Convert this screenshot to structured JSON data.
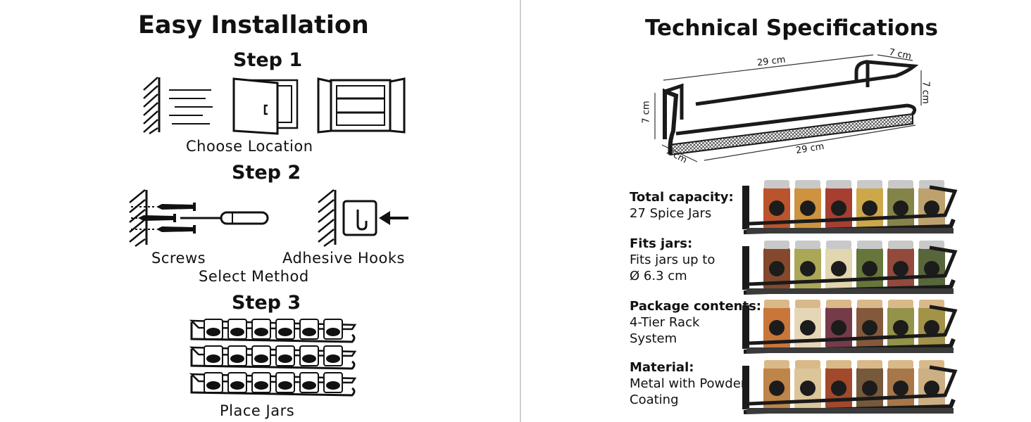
{
  "left": {
    "title": "Easy Installation",
    "step1": {
      "heading": "Step 1",
      "caption": "Choose Location"
    },
    "step2": {
      "heading": "Step 2",
      "option_screws": "Screws",
      "option_hooks": "Adhesive Hooks",
      "caption": "Select Method"
    },
    "step3": {
      "heading": "Step 3",
      "caption": "Place Jars"
    }
  },
  "right": {
    "title": "Technical Specifications",
    "dimensions": {
      "length_top": "29 cm",
      "length_bottom": "29 cm",
      "depth_top": "7 cm",
      "depth_bottom": "7 cm",
      "height_left": "7 cm",
      "height_right": "7 cm"
    },
    "specs": [
      {
        "label": "Total capacity:",
        "value": "27 Spice Jars"
      },
      {
        "label": "Fits jars:",
        "value": "Fits jars up to Ø 6.3 cm"
      },
      {
        "label": "Package contents:",
        "value": "4-Tier Rack System"
      },
      {
        "label": "Material:",
        "value": "Metal with Powder Coating"
      }
    ]
  },
  "colors": {
    "rack": "#1a1a1a",
    "lid_silver": "#c9c9c9",
    "lid_wood": "#d9b98a",
    "divider": "#cfcfcf"
  }
}
